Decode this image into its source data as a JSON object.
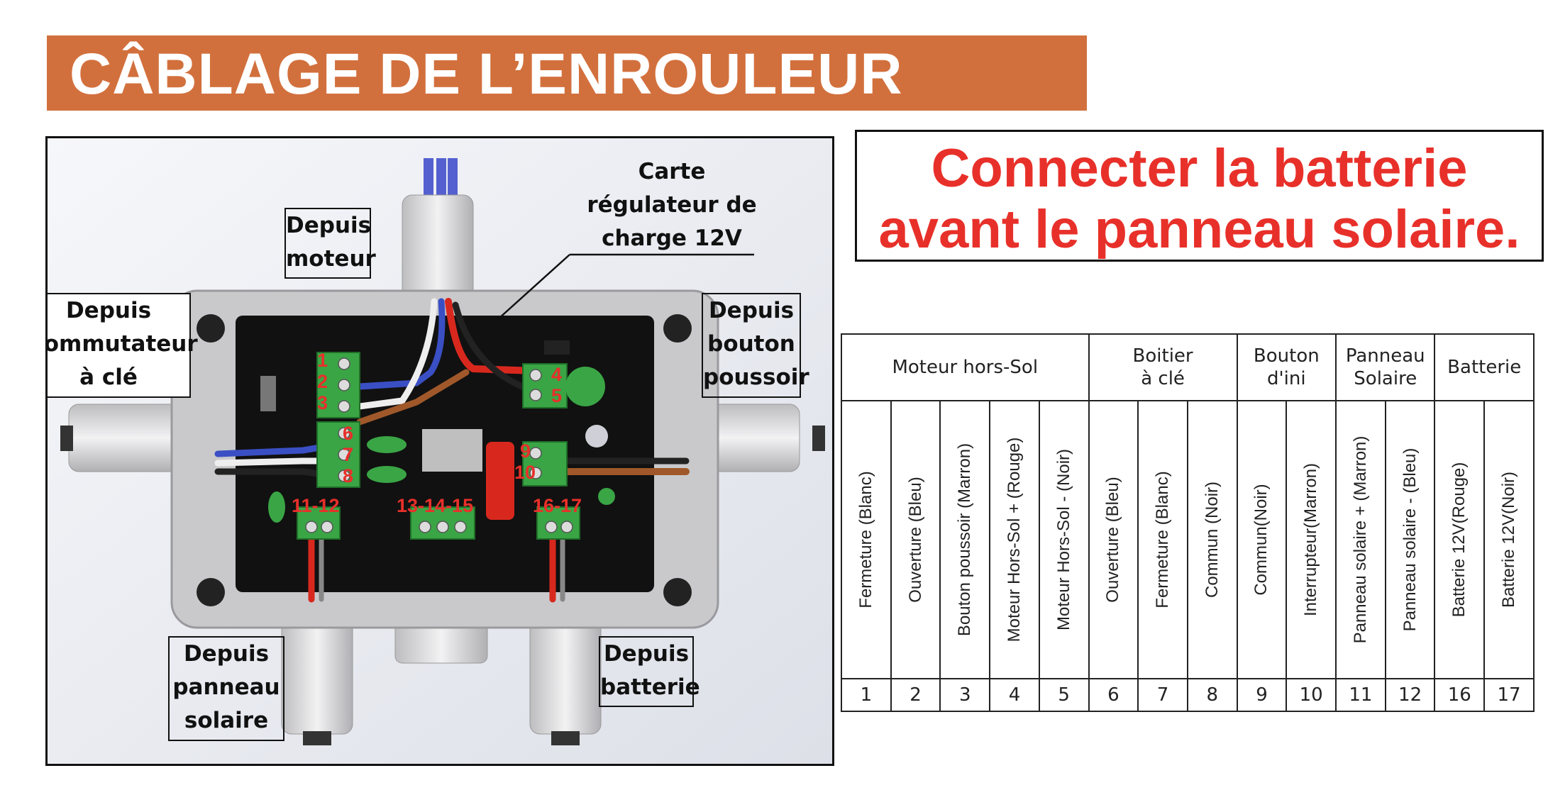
{
  "header": {
    "title": "CÂBLAGE DE L’ENROULEUR"
  },
  "warning": {
    "line1": "Connecter la batterie",
    "line2": "avant le panneau solaire."
  },
  "diagram": {
    "labels": {
      "moteur": [
        "Depuis",
        "moteur"
      ],
      "carte": [
        "Carte",
        "régulateur de",
        "charge 12V"
      ],
      "commutateur": [
        "Depuis",
        "Commutateur",
        "à clé"
      ],
      "bouton": [
        "Depuis",
        "bouton",
        "poussoir"
      ],
      "panneau": [
        "Depuis",
        "panneau",
        "solaire"
      ],
      "batterie": [
        "Depuis",
        "batterie"
      ]
    },
    "terminals": [
      "1",
      "2",
      "3",
      "4",
      "5",
      "6",
      "7",
      "8",
      "9",
      "10",
      "11-12",
      "13-14-15",
      "16-17"
    ],
    "colors": {
      "terminal_green": "#3aa545",
      "label_red": "#e8302a",
      "wire_red": "#d8281e",
      "wire_blue": "#3a4fc4",
      "wire_brown": "#a0582a",
      "housing": "#c9c9cc"
    }
  },
  "table": {
    "groups": [
      {
        "label": [
          "Moteur hors-Sol"
        ],
        "span": 5
      },
      {
        "label": [
          "Boitier",
          "à clé"
        ],
        "span": 3
      },
      {
        "label": [
          "Bouton",
          "d'ini"
        ],
        "span": 2
      },
      {
        "label": [
          "Panneau",
          "Solaire"
        ],
        "span": 2
      },
      {
        "label": [
          "Batterie"
        ],
        "span": 2
      }
    ],
    "columns": [
      "Fermeture (Blanc)",
      "Ouverture (Bleu)",
      "Bouton poussoir (Marron)",
      "Moteur Hors-Sol + (Rouge)",
      "Moteur Hors-Sol - (Noir)",
      "Ouverture (Bleu)",
      "Fermeture (Blanc)",
      "Commun (Noir)",
      "Commun(Noir)",
      "Interrupteur(Marron)",
      "Panneau solaire + (Marron)",
      "Panneau solaire - (Bleu)",
      "Batterie 12V(Rouge)",
      "Batterie 12V(Noir)"
    ],
    "numbers": [
      "1",
      "2",
      "3",
      "4",
      "5",
      "6",
      "7",
      "8",
      "9",
      "10",
      "11",
      "12",
      "16",
      "17"
    ]
  }
}
